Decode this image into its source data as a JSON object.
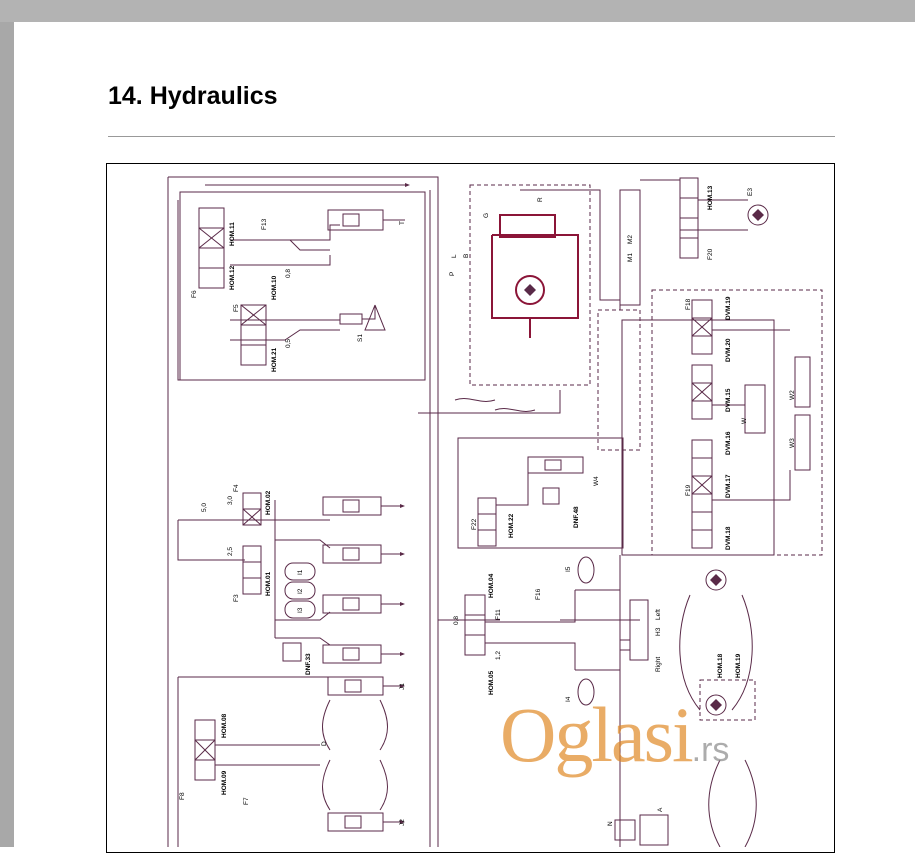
{
  "page": {
    "title": "14. Hydraulics"
  },
  "labels": {
    "hom11": "HOM.11",
    "hom12": "HOM.12",
    "hom10": "HOM.10",
    "hom21": "HOM.21",
    "hom13": "HOM.13",
    "hom02": "HOM.02",
    "hom01": "HOM.01",
    "hom22": "HOM.22",
    "hom04": "HOM.04",
    "hom05": "HOM.05",
    "hom08": "HOM.08",
    "hom09": "HOM.09",
    "hom18": "HOM.18",
    "hom19": "HOM.19",
    "dvm19": "DVM.19",
    "dvm20": "DVM.20",
    "dvm15": "DVM.15",
    "dvm16": "DVM.16",
    "dvm17": "DVM.17",
    "dvm18": "DVM.18",
    "dnf33": "DNF.33",
    "dnf48": "DNF.48",
    "f13": "F13",
    "f6": "F6",
    "f5": "F5",
    "f20": "F20",
    "f4": "F4",
    "f3": "F3",
    "f22": "F22",
    "f11": "F11",
    "f16": "F16",
    "f7": "F7",
    "f8": "F8",
    "f18": "F18",
    "f19": "F19",
    "t": "T",
    "s1": "S1",
    "e3": "E3",
    "g": "G",
    "r": "R",
    "p": "P",
    "l": "L",
    "b": "B",
    "m1": "M1",
    "m2": "M2",
    "w": "W",
    "w2": "W2",
    "w3": "W3",
    "w4": "W4",
    "d": "D",
    "j1": "J1",
    "j2": "J2",
    "h3": "H3",
    "left": "Left",
    "right": "Right",
    "a": "A",
    "n": "N",
    "i5": "I5",
    "i4": "I4",
    "v08a": "0,8",
    "v05": "0,5",
    "v50": "5,0",
    "v30": "3,0",
    "v25": "2,5",
    "v08b": "0,8",
    "v12": "1,2",
    "i1": "I1",
    "i2": "I2",
    "i3": "I3"
  },
  "watermark": {
    "brand": "Oglasi",
    "tld": ".rs"
  },
  "colors": {
    "line": "#5a2a48",
    "highlight": "#8b1538",
    "watermark": "#e08a26"
  }
}
